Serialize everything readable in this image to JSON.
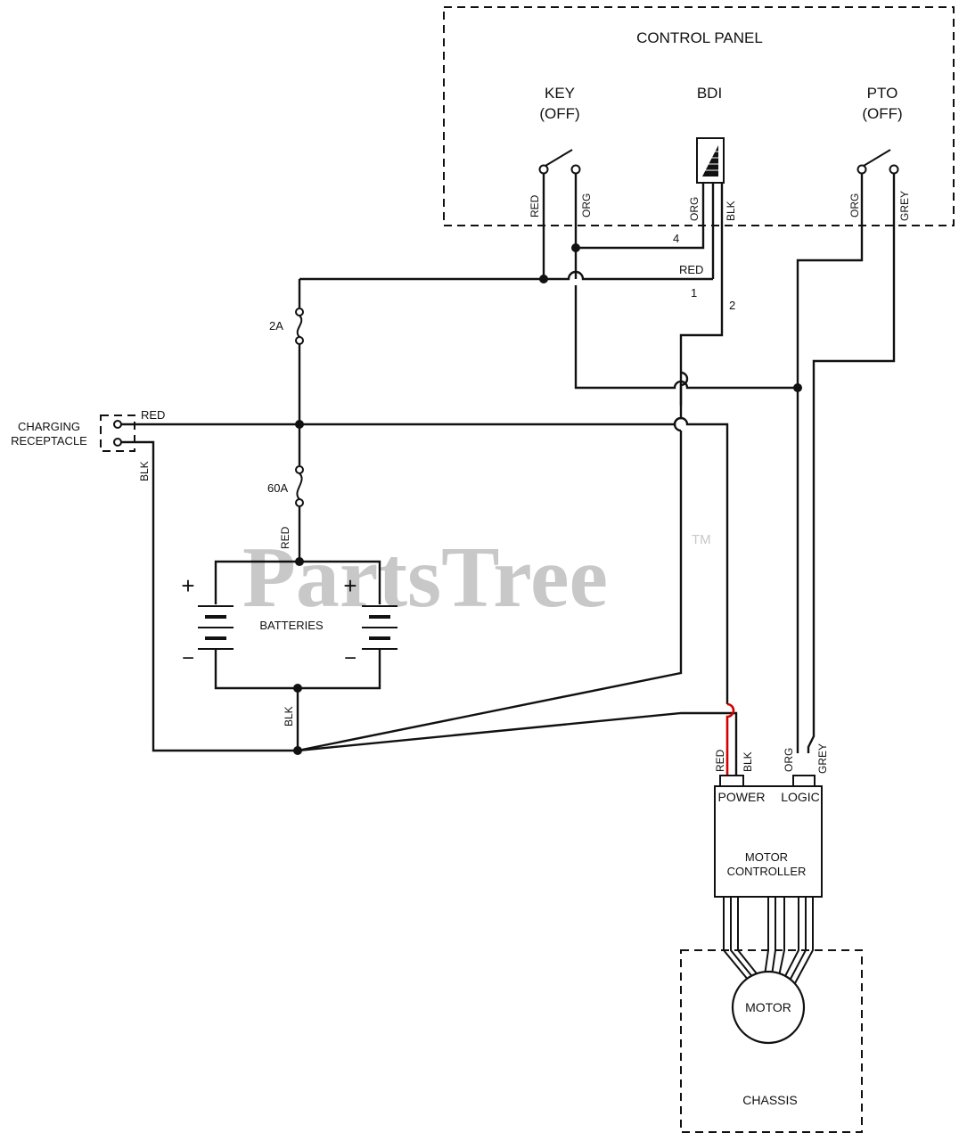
{
  "labels": {
    "control_panel": "CONTROL PANEL",
    "key_title": "KEY",
    "key_state": "(OFF)",
    "bdi": "BDI",
    "pto_title": "PTO",
    "pto_state": "(OFF)",
    "charging_line1": "CHARGING",
    "charging_line2": "RECEPTACLE",
    "batteries": "BATTERIES",
    "fuse_2a": "2A",
    "fuse_60a": "60A",
    "power": "POWER",
    "logic": "LOGIC",
    "motor_controller_line1": "MOTOR",
    "motor_controller_line2": "CONTROLLER",
    "motor": "MOTOR",
    "chassis": "CHASSIS",
    "plus": "+",
    "minus": "−"
  },
  "wires": {
    "key_red": "RED",
    "key_org": "ORG",
    "bdi_org": "ORG",
    "bdi_blk": "BLK",
    "pto_org": "ORG",
    "pto_grey": "GREY",
    "bus_red": "RED",
    "charge_red": "RED",
    "charge_blk": "BLK",
    "fuse_red": "RED",
    "batt_blk": "BLK",
    "ctrl_red": "RED",
    "ctrl_blk": "BLK",
    "ctrl_org": "ORG",
    "ctrl_grey": "GREY",
    "wire_4": "4",
    "wire_1": "1",
    "wire_2": "2"
  },
  "watermark": {
    "text": "PartsTree",
    "tm": "TM"
  },
  "colors": {
    "red_wire": "#d40000",
    "line": "#111111",
    "watermark": "#c8c8c8"
  }
}
